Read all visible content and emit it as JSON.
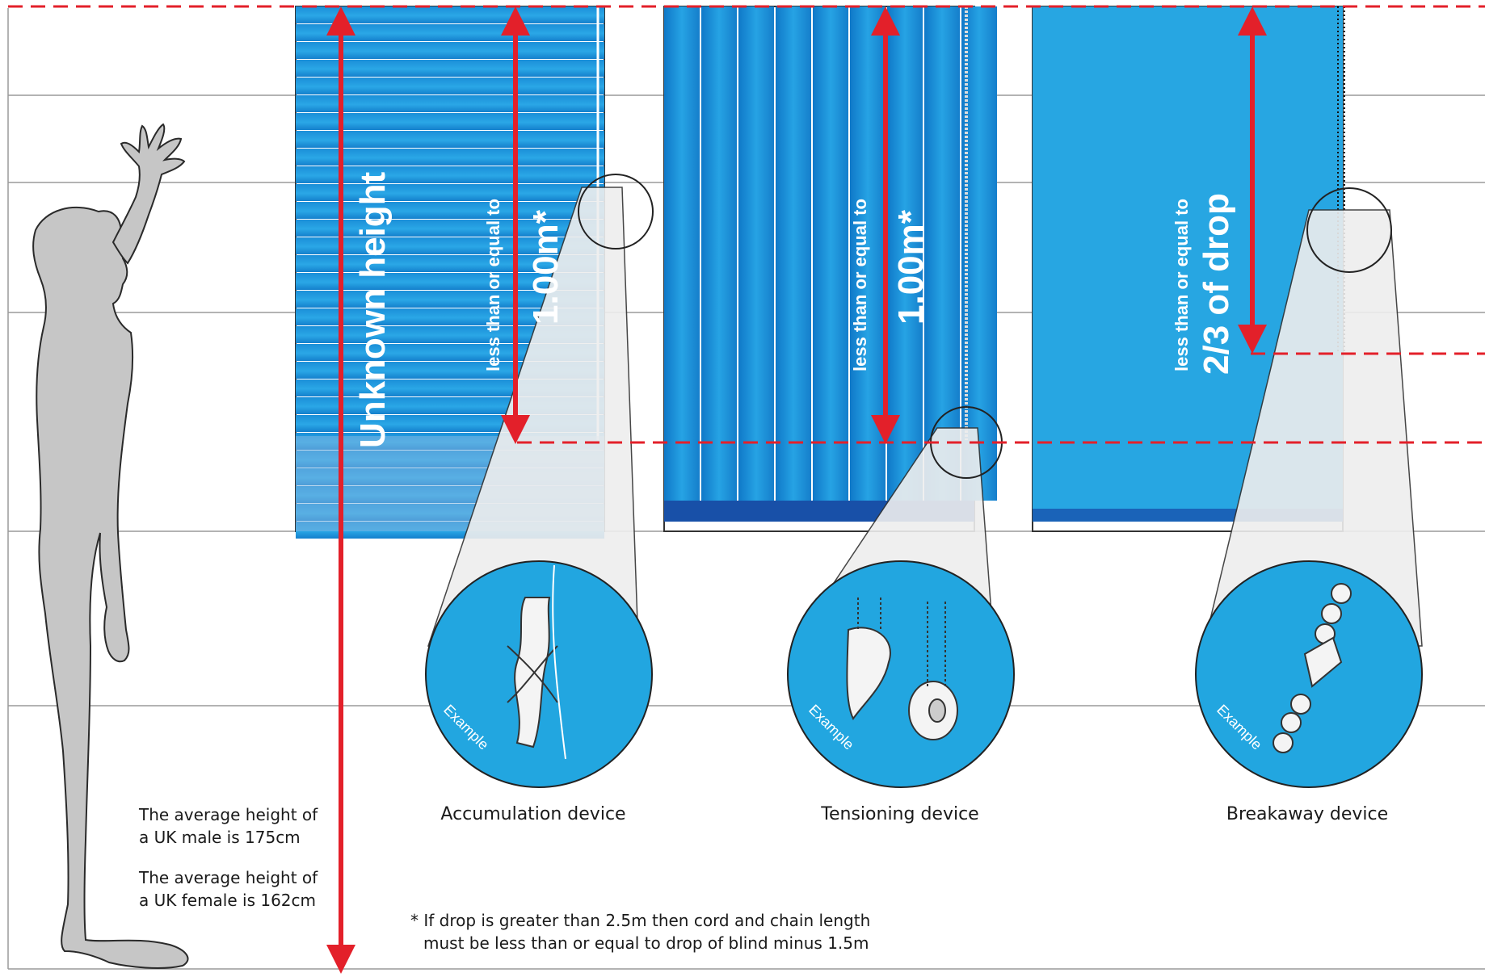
{
  "labels": {
    "unknown_height": "Unknown height",
    "blind1_small": "less than or equal to",
    "blind1_big": "1.00m*",
    "blind2_small": "less than or equal to",
    "blind2_big": "1.00m*",
    "blind3_small": "less than or equal to",
    "blind3_big": "2/3 of drop",
    "example": "Example"
  },
  "captions": {
    "accumulation": "Accumulation device",
    "tensioning": "Tensioning device",
    "breakaway": "Breakaway device"
  },
  "notes": {
    "male_line1": "The average height of",
    "male_line2": "a UK male is 175cm",
    "female_line1": "The average height of",
    "female_line2": "a UK female is 162cm"
  },
  "footnote": {
    "line1": "* If drop is greater than 2.5m then cord and chain length",
    "line2": "must be less than or equal to drop of blind minus 1.5m"
  },
  "colors": {
    "blind_blue": "#1f9fe0",
    "blind_dark": "#0b5fb5",
    "arrow_red": "#e3202a",
    "wall_line": "#9a9a9a",
    "person_fill": "#c6c6c6",
    "zoom_fill": "#eeeeee"
  }
}
